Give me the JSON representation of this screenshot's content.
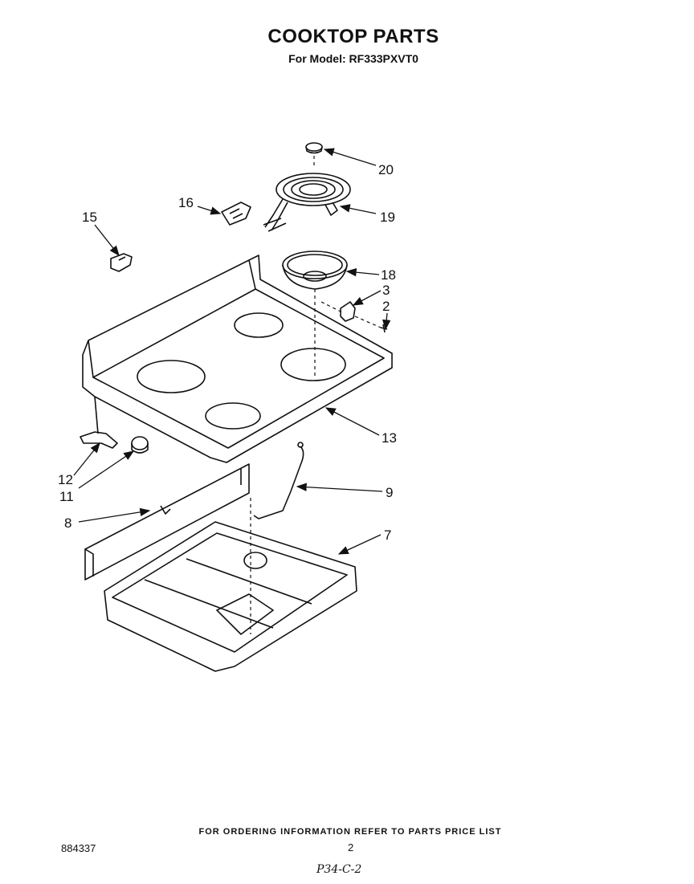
{
  "header": {
    "title": "COOKTOP PARTS",
    "subtitle": "For Model: RF333PXVT0"
  },
  "callouts": [
    {
      "id": "c20",
      "label": "20"
    },
    {
      "id": "c16",
      "label": "16"
    },
    {
      "id": "c15",
      "label": "15"
    },
    {
      "id": "c19",
      "label": "19"
    },
    {
      "id": "c18",
      "label": "18"
    },
    {
      "id": "c3",
      "label": "3"
    },
    {
      "id": "c2",
      "label": "2"
    },
    {
      "id": "c13",
      "label": "13"
    },
    {
      "id": "c12",
      "label": "12"
    },
    {
      "id": "c11",
      "label": "11"
    },
    {
      "id": "c9",
      "label": "9"
    },
    {
      "id": "c8",
      "label": "8"
    },
    {
      "id": "c7",
      "label": "7"
    }
  ],
  "footer": {
    "ordering_note": "FOR ORDERING INFORMATION REFER TO PARTS PRICE LIST",
    "document_number": "884337",
    "page_number": "2",
    "handwritten_note": "P34-C-2"
  }
}
